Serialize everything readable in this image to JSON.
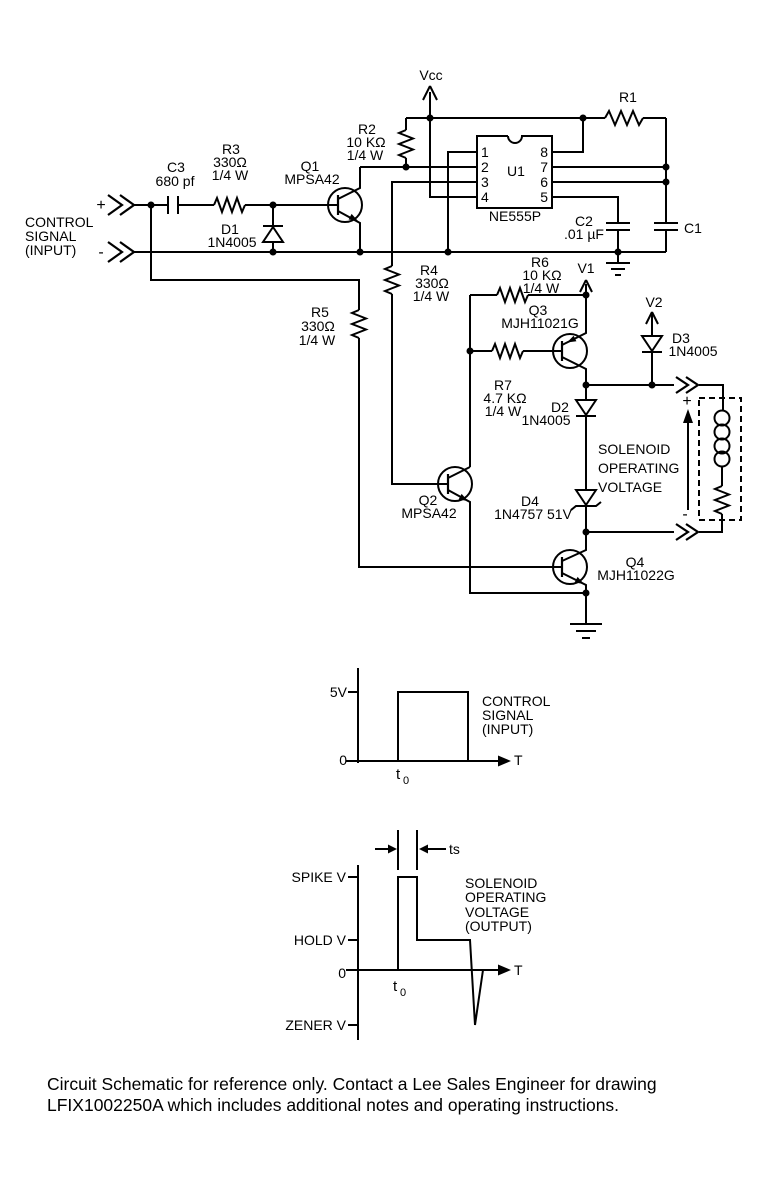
{
  "circuit": {
    "input": {
      "plus": "+",
      "minus": "-",
      "label": [
        "CONTROL",
        "SIGNAL",
        "(INPUT)"
      ]
    },
    "power": {
      "vcc": "Vcc",
      "v1": "V1",
      "v2": "V2"
    },
    "r1": {
      "ref": "R1"
    },
    "r2": {
      "ref": "R2",
      "value": "10 KΩ",
      "rating": "1/4 W"
    },
    "r3": {
      "ref": "R3",
      "value": "330Ω",
      "rating": "1/4 W"
    },
    "r4": {
      "ref": "R4",
      "value": "330Ω",
      "rating": "1/4 W"
    },
    "r5": {
      "ref": "R5",
      "value": "330Ω",
      "rating": "1/4 W"
    },
    "r6": {
      "ref": "R6",
      "value": "10 KΩ",
      "rating": "1/4 W"
    },
    "r7": {
      "ref": "R7",
      "value": "4.7 KΩ",
      "rating": "1/4 W"
    },
    "c1": {
      "ref": "C1"
    },
    "c2": {
      "ref": "C2",
      "value": ".01 µF"
    },
    "c3": {
      "ref": "C3",
      "value": "680 pf"
    },
    "d1": {
      "ref": "D1",
      "part": "1N4005"
    },
    "d2": {
      "ref": "D2",
      "part": "1N4005"
    },
    "d3": {
      "ref": "D3",
      "part": "1N4005"
    },
    "d4": {
      "ref": "D4",
      "part": "1N4757 51V"
    },
    "q1": {
      "ref": "Q1",
      "part": "MPSA42"
    },
    "q2": {
      "ref": "Q2",
      "part": "MPSA42"
    },
    "q3": {
      "ref": "Q3",
      "part": "MJH11021G"
    },
    "q4": {
      "ref": "Q4",
      "part": "MJH11022G"
    },
    "u1": {
      "ref": "U1",
      "part": "NE555P",
      "pins_left": [
        "1",
        "2",
        "3",
        "4"
      ],
      "pins_right": [
        "8",
        "7",
        "6",
        "5"
      ]
    },
    "load": {
      "plus": "+",
      "minus": "-",
      "label": [
        "SOLENOID",
        "OPERATING",
        "VOLTAGE"
      ]
    }
  },
  "waveform_input": {
    "y_high": "5V",
    "y_zero": "0",
    "x_label": "T",
    "t0": "t",
    "t0_sub": "0",
    "label": [
      "CONTROL",
      "SIGNAL",
      "(INPUT)"
    ]
  },
  "waveform_output": {
    "y_spike": "SPIKE V",
    "y_hold": "HOLD V",
    "y_zero": "0",
    "y_zener": "ZENER V",
    "x_label": "T",
    "ts": "ts",
    "t0": "t",
    "t0_sub": "0",
    "label": [
      "SOLENOID",
      "OPERATING",
      "VOLTAGE",
      "(OUTPUT)"
    ]
  },
  "footer": {
    "line1": "Circuit Schematic for reference only. Contact a Lee Sales Engineer for drawing",
    "line2": "LFIX1002250A which includes additional notes and operating instructions."
  },
  "colors": {
    "ink": "#000000",
    "background": "#ffffff"
  }
}
